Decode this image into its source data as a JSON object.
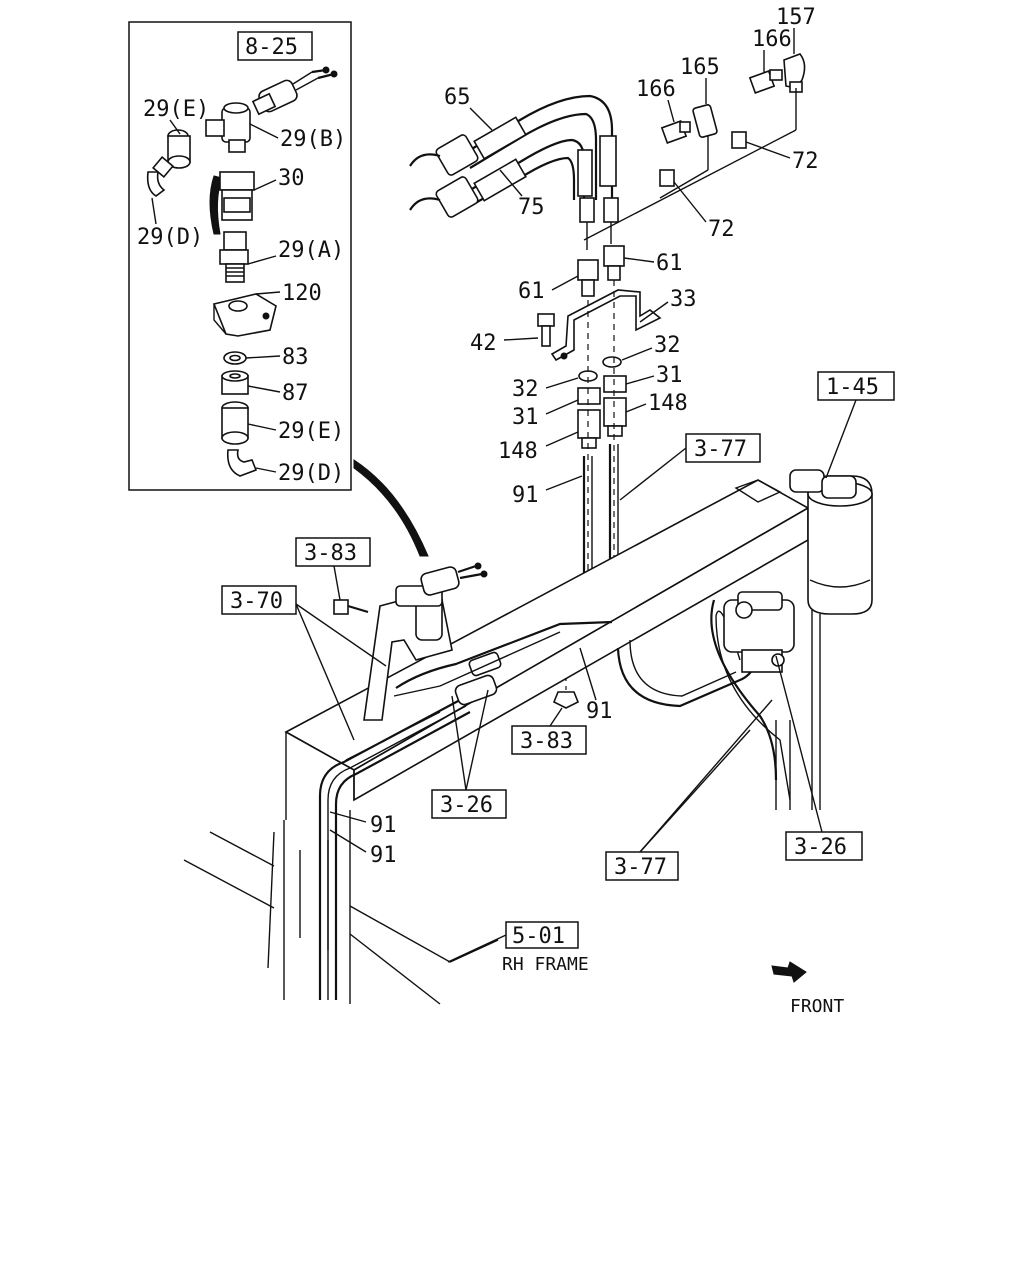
{
  "callouts": {
    "c_8_25": "8-25",
    "c_29E_top": "29(E)",
    "c_29B": "29(B)",
    "c_30": "30",
    "c_29D_top": "29(D)",
    "c_29A": "29(A)",
    "c_120": "120",
    "c_83": "83",
    "c_87": "87",
    "c_29E_bot": "29(E)",
    "c_29D_bot": "29(D)",
    "c_65": "65",
    "c_75": "75",
    "c_157": "157",
    "c_166a": "166",
    "c_166b": "166",
    "c_165": "165",
    "c_72a": "72",
    "c_72b": "72",
    "c_61a": "61",
    "c_61b": "61",
    "c_33": "33",
    "c_42": "42",
    "c_32a": "32",
    "c_32b": "32",
    "c_31a": "31",
    "c_31b": "31",
    "c_148a": "148",
    "c_148b": "148",
    "c_91a": "91",
    "c_91b": "91",
    "c_91c": "91",
    "c_91d": "91",
    "c_1_45": "1-45",
    "c_3_77a": "3-77",
    "c_3_77b": "3-77",
    "c_3_83a": "3-83",
    "c_3_83b": "3-83",
    "c_3_70": "3-70",
    "c_3_26a": "3-26",
    "c_3_26b": "3-26",
    "c_5_01": "5-01",
    "rh_frame": "RH FRAME",
    "front": "FRONT"
  }
}
